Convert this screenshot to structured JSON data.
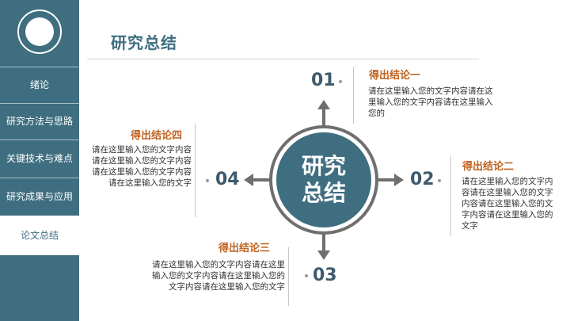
{
  "sidebar": {
    "logo_icon": "panda-emblem-icon",
    "items": [
      {
        "label": "绪论",
        "active": false
      },
      {
        "label": "研究方法与思路",
        "active": false
      },
      {
        "label": "关键技术与难点",
        "active": false
      },
      {
        "label": "研究成果与应用",
        "active": false
      },
      {
        "label": "论文总结",
        "active": true
      }
    ]
  },
  "page": {
    "title": "研究总结"
  },
  "center": {
    "line1": "研究",
    "line2": "总结"
  },
  "conclusions": [
    {
      "number": "01",
      "title": "得出结论一",
      "body": "请在这里输入您的文字内容请在这里输入您的文字内容请在这里输入您的"
    },
    {
      "number": "02",
      "title": "得出结论二",
      "body": "请在这里输入您的文字内容请在这里输入您的文字内容请在这里输入您的文字内容请在这里输入您的文字"
    },
    {
      "number": "03",
      "title": "得出结论三",
      "body": "请在这里输入您的文字内容请在这里输入您的文字内容请在这里输入您的文字内容请在这里输入您的文字"
    },
    {
      "number": "04",
      "title": "得出结论四",
      "body": "请在这里输入您的文字内容请在这里输入您的文字内容请在这里输入您的文字内容请在这里输入您的文字"
    }
  ],
  "colors": {
    "primary": "#3f6e80",
    "accent": "#c0621e",
    "number": "#3f5a6c",
    "arrow": "#6f6f6f"
  }
}
